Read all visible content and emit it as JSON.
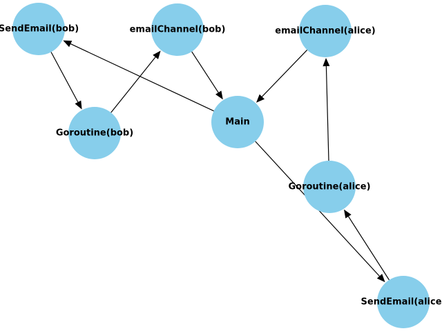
{
  "colors": {
    "node_fill": "#87CEEB",
    "edge": "#000000",
    "label": "#000000",
    "background": "#ffffff"
  },
  "nodes": [
    {
      "id": "send_bob",
      "label": "SendEmail(bob)"
    },
    {
      "id": "chan_bob",
      "label": "emailChannel(bob)"
    },
    {
      "id": "chan_alice",
      "label": "emailChannel(alice)"
    },
    {
      "id": "gor_bob",
      "label": "Goroutine(bob)"
    },
    {
      "id": "main",
      "label": "Main"
    },
    {
      "id": "gor_alice",
      "label": "Goroutine(alice)"
    },
    {
      "id": "send_alice",
      "label": "SendEmail(alice)"
    }
  ],
  "edges": [
    {
      "from": "main",
      "to": "send_bob"
    },
    {
      "from": "send_bob",
      "to": "gor_bob"
    },
    {
      "from": "gor_bob",
      "to": "chan_bob"
    },
    {
      "from": "chan_bob",
      "to": "main"
    },
    {
      "from": "chan_alice",
      "to": "main"
    },
    {
      "from": "gor_alice",
      "to": "chan_alice"
    },
    {
      "from": "main",
      "to": "send_alice"
    },
    {
      "from": "send_alice",
      "to": "gor_alice"
    }
  ]
}
